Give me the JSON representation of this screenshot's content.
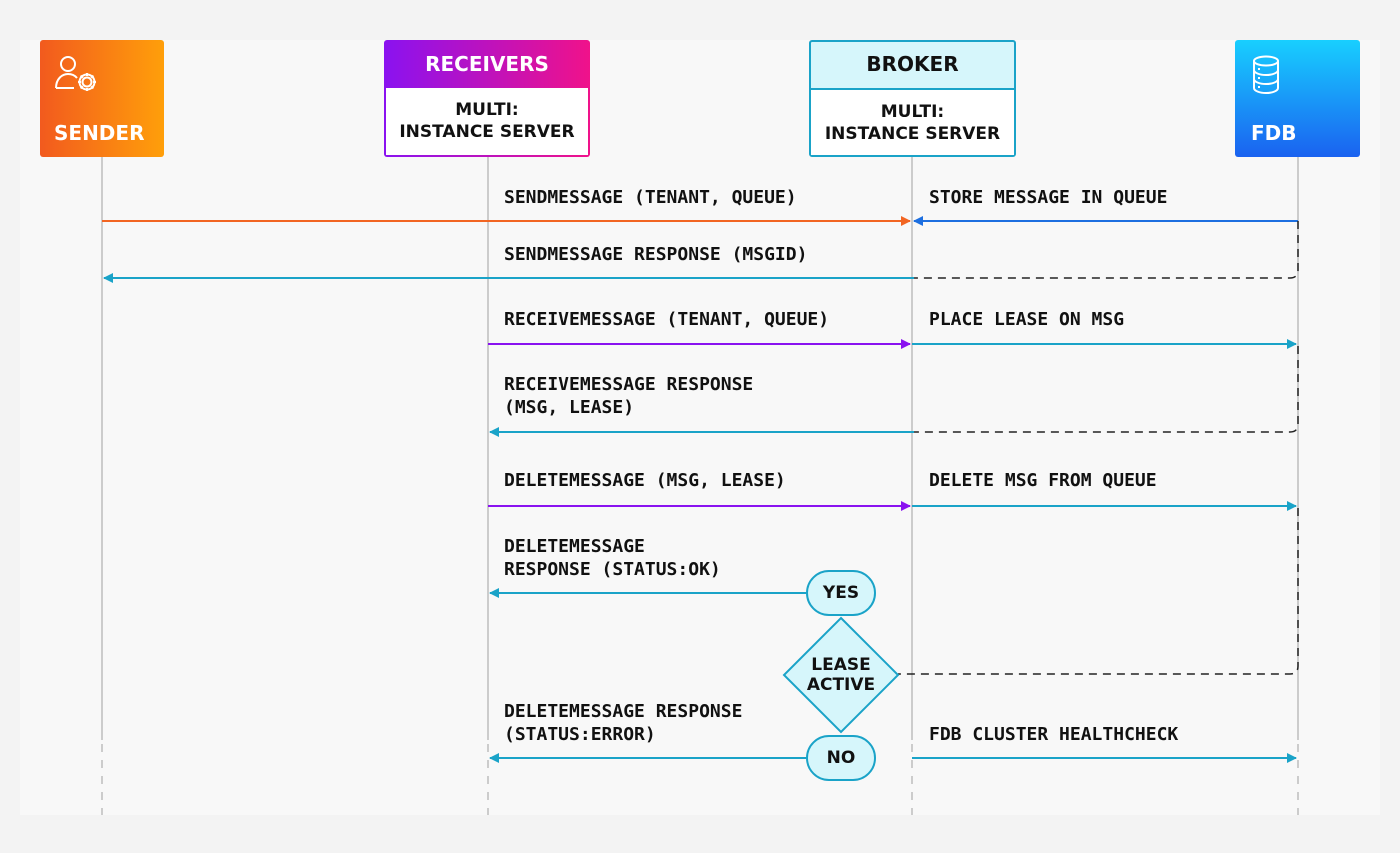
{
  "actors": {
    "sender": {
      "title": "SENDER",
      "icon": "user-gear-icon"
    },
    "receivers": {
      "title": "RECEIVERS",
      "subtitle_line1": "MULTI:",
      "subtitle_line2": "INSTANCE SERVER"
    },
    "broker": {
      "title": "BROKER",
      "subtitle_line1": "MULTI:",
      "subtitle_line2": "INSTANCE SERVER"
    },
    "fdb": {
      "title": "FDB",
      "icon": "database-icon"
    }
  },
  "messages": {
    "send": "SENDMESSAGE (TENANT, QUEUE)",
    "store": "STORE MESSAGE IN QUEUE",
    "send_response": "SENDMESSAGE RESPONSE (MSGID)",
    "receive": "RECEIVEMESSAGE (TENANT, QUEUE)",
    "place_lease": "PLACE LEASE ON MSG",
    "receive_response_line1": "RECEIVEMESSAGE RESPONSE",
    "receive_response_line2": "(MSG, LEASE)",
    "delete": "DELETEMESSAGE (MSG, LEASE)",
    "delete_from_queue": "DELETE MSG FROM QUEUE",
    "delete_ok_line1": "DELETEMESSAGE",
    "delete_ok_line2": "RESPONSE (STATUS:OK)",
    "delete_error_line1": "DELETEMESSAGE RESPONSE",
    "delete_error_line2": "(STATUS:ERROR)",
    "healthcheck": "FDB CLUSTER HEALTHCHECK"
  },
  "decision": {
    "line1": "LEASE",
    "line2": "ACTIVE",
    "yes": "YES",
    "no": "NO"
  },
  "colors": {
    "sender": "#f26522",
    "receivers": "#8a12f0",
    "broker": "#1aa3c8",
    "fdb": "#1d6fe0",
    "response": "#1aa3c8"
  }
}
